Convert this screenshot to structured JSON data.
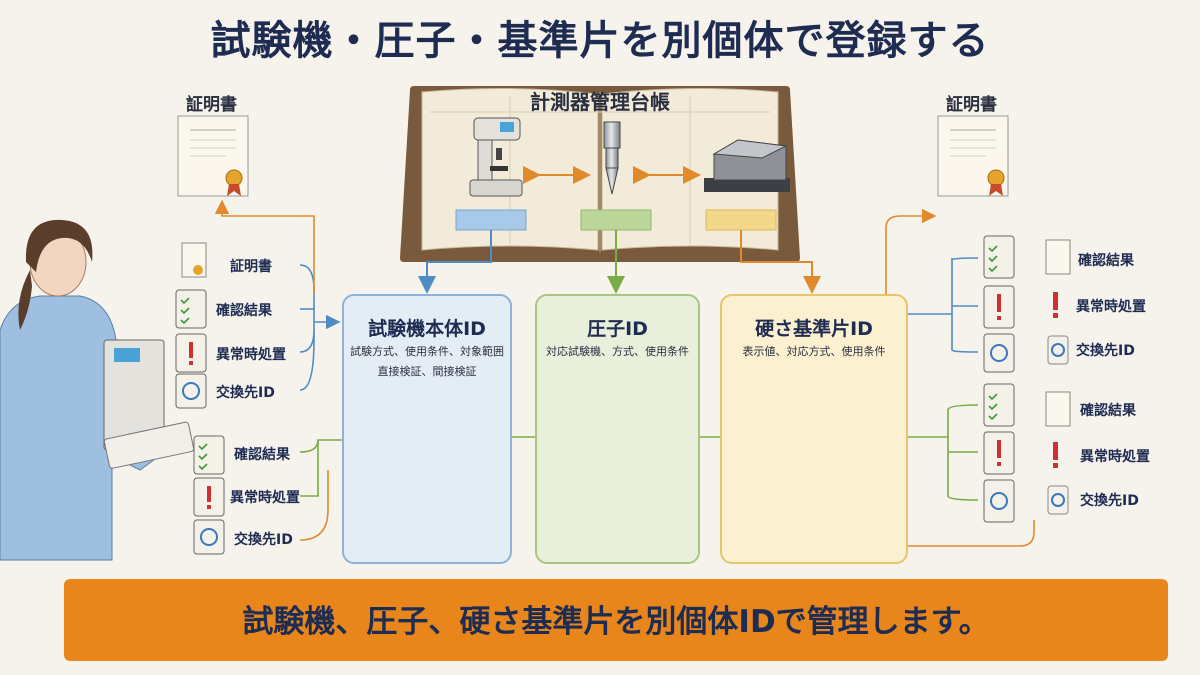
{
  "title": "試験機・圧子・基準片を別個体で登録する",
  "ledger": {
    "title": "計測器管理台帳"
  },
  "certificates": {
    "left_label": "証明書",
    "right_label": "証明書"
  },
  "panels": {
    "machine": {
      "title": "試験機本体ID",
      "lines": [
        "試験方式、使用条件、対象範囲",
        "直接検証、間接検証"
      ]
    },
    "indenter": {
      "title": "圧子ID",
      "lines": [
        "対応試験機、方式、使用条件"
      ]
    },
    "block": {
      "title": "硬さ基準片ID",
      "lines": [
        "表示値、対応方式、使用条件"
      ]
    }
  },
  "left_records_upper": [
    "証明書",
    "確認結果",
    "異常時処置",
    "交換先ID"
  ],
  "left_records_lower": [
    "確認結果",
    "異常時処置",
    "交換先ID"
  ],
  "right_records_upper": [
    "確認結果",
    "異常時処置",
    "交換先ID"
  ],
  "right_records_lower": [
    "確認結果",
    "異常時処置",
    "交換先ID"
  ],
  "banner": "試験機、圧子、硬さ基準片を別個体IDで管理します。",
  "colors": {
    "blue": "#4e8cc4",
    "green": "#7aac45",
    "orange": "#e08a2c",
    "banner": "#e8861c",
    "title": "#1f2c52"
  }
}
